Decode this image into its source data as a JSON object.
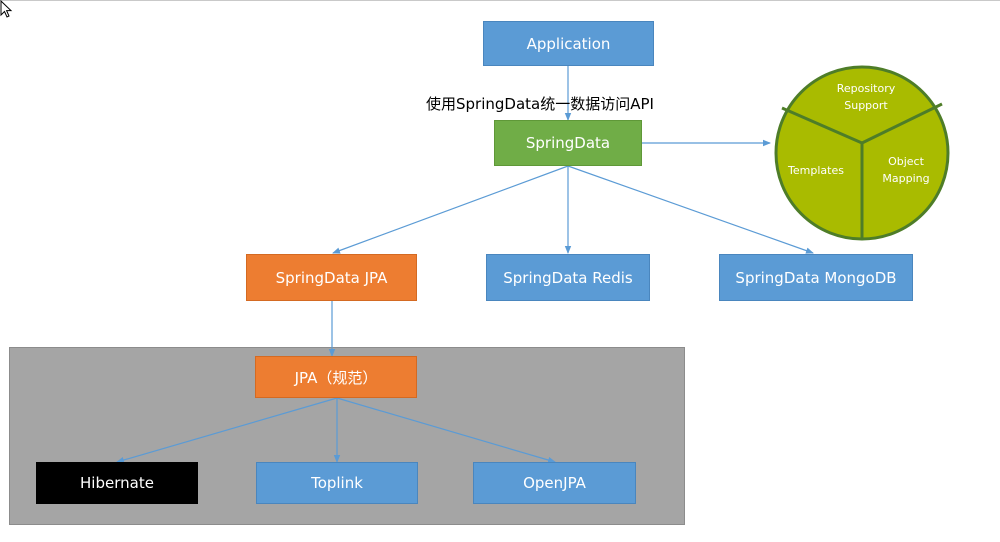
{
  "diagram": {
    "application": "Application",
    "caption": "使用SpringData统一数据访问API",
    "springdata": "SpringData",
    "jpa": "SpringData JPA",
    "redis": "SpringData Redis",
    "mongodb": "SpringData MongoDB",
    "jpa_spec": "JPA（规范）",
    "hibernate": "Hibernate",
    "toplink": "Toplink",
    "openjpa": "OpenJPA",
    "pie": {
      "repository_line1": "Repository",
      "repository_line2": "Support",
      "templates": "Templates",
      "object_line1": "Object",
      "object_line2": "Mapping"
    }
  },
  "colors": {
    "blue": "#5b9bd5",
    "green": "#70ad47",
    "orange": "#ed7d31",
    "black": "#000000",
    "pie_fill": "#a9bb00",
    "pie_border": "#4e7d28",
    "connector": "#5b9bd5",
    "panel": "#a5a5a5"
  },
  "icons": {
    "cursor": "mouse-pointer-icon"
  }
}
